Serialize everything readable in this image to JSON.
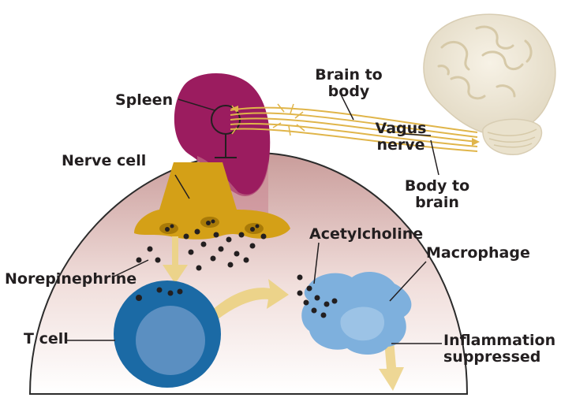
{
  "labels": {
    "spleen": "Spleen",
    "brain_to_body": [
      "Brain to",
      "body"
    ],
    "vagus_nerve": [
      "Vagus",
      "nerve"
    ],
    "body_to_brain": [
      "Body to",
      "brain"
    ],
    "nerve_cell": "Nerve cell",
    "acetylcholine": "Acetylcholine",
    "macrophage": "Macrophage",
    "norepinephrine": "Norepinephrine",
    "t_cell": "T cell",
    "inflammation_suppressed": [
      "Inflammation",
      "suppressed"
    ]
  },
  "colors": {
    "spleen": "#9b1c5f",
    "nerve_cell": "#d4a017",
    "nerve_fiber": "#e0b54a",
    "arrow": "#ecd38a",
    "t_cell_outer": "#1b6aa5",
    "t_cell_inner": "#5b8fc1",
    "macrophage": "#7eb0dd",
    "body_top": "#c99c9a",
    "body_bottom": "#ffffff",
    "brain": "#efe8d6",
    "molecule": "#231f20"
  }
}
